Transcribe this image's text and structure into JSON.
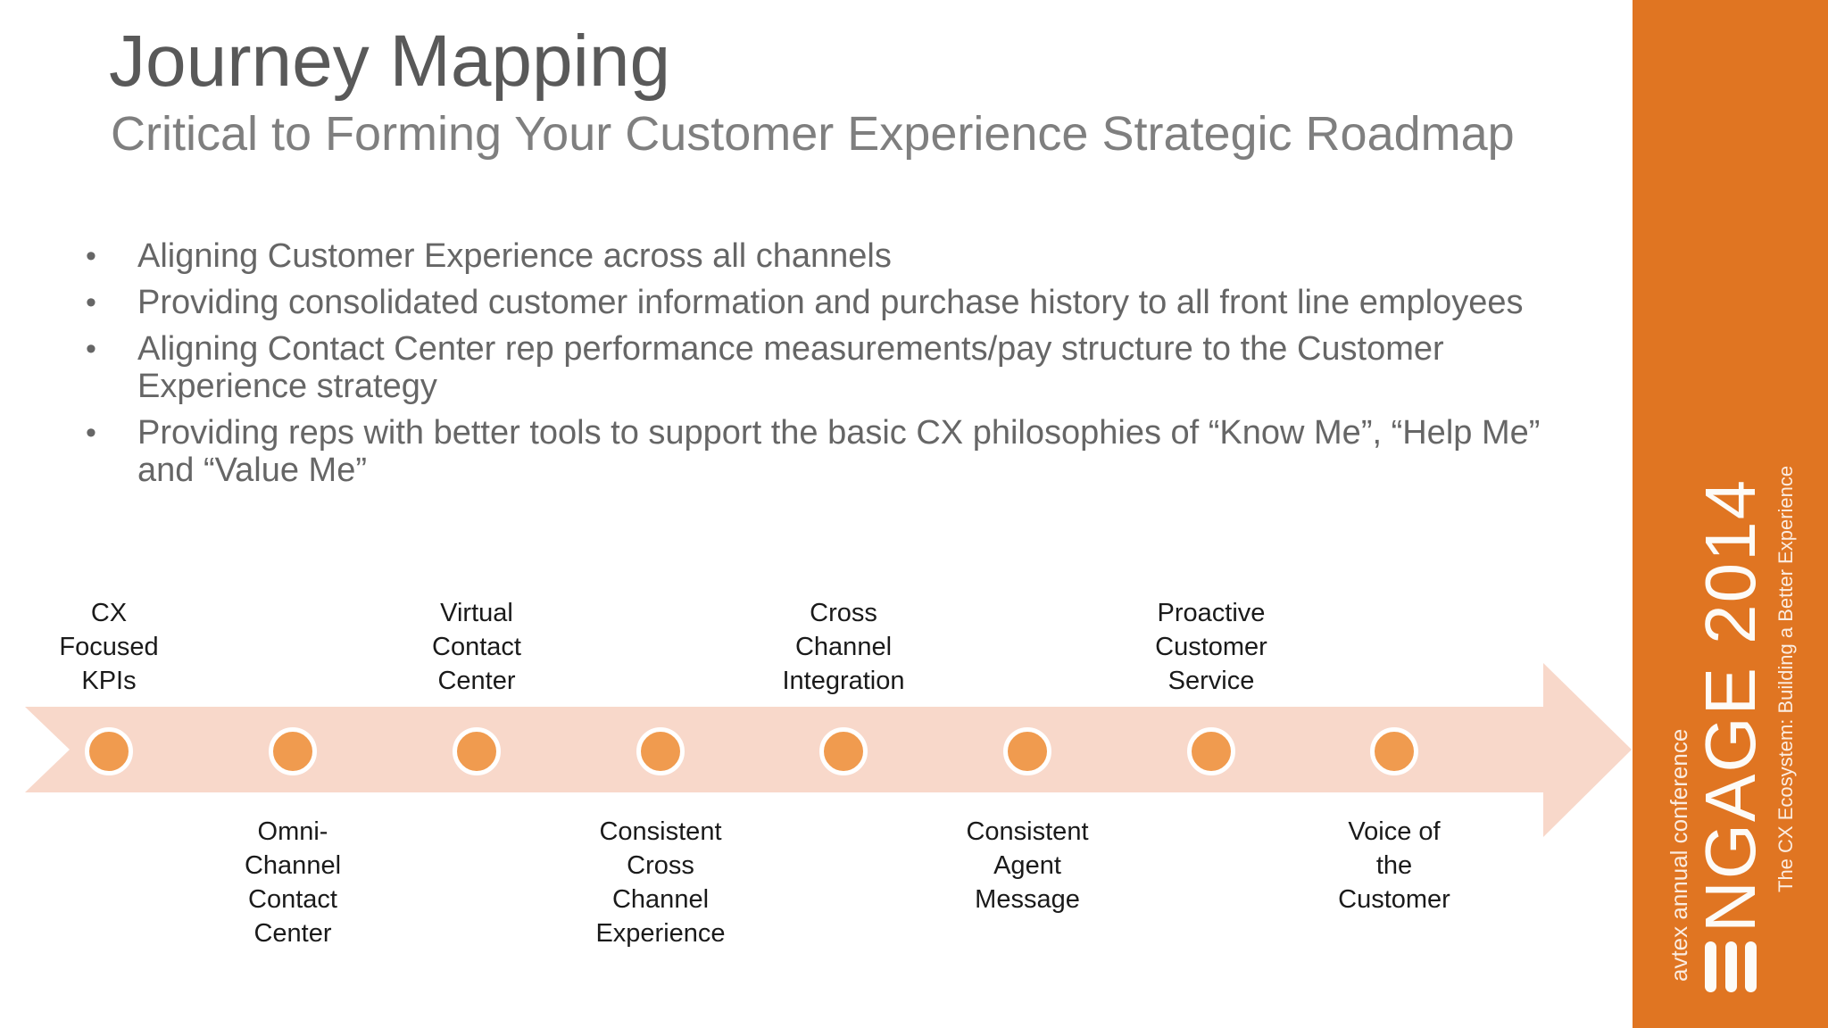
{
  "slide": {
    "title": "Journey Mapping",
    "subtitle": "Critical to Forming Your Customer Experience Strategic Roadmap",
    "bullets": [
      {
        "marker": "•",
        "lines": [
          "Aligning Customer Experience across all channels"
        ]
      },
      {
        "marker": "•",
        "lines": [
          "Providing consolidated customer information and purchase history to all front line employees"
        ]
      },
      {
        "marker": "•",
        "lines": [
          "Aligning Contact Center rep performance measurements/pay structure to the Customer",
          "Experience strategy"
        ]
      },
      {
        "marker": "•",
        "lines": [
          "Providing reps with better tools to support the basic CX philosophies of “Know Me”, “Help Me”",
          "and “Value Me”"
        ]
      }
    ],
    "timeline": {
      "milestones": [
        {
          "position": "above",
          "label_lines": [
            "CX",
            "Focused",
            "KPIs"
          ]
        },
        {
          "position": "below",
          "label_lines": [
            "Omni-",
            "Channel",
            "Contact",
            "Center"
          ]
        },
        {
          "position": "above",
          "label_lines": [
            "Virtual",
            "Contact",
            "Center"
          ]
        },
        {
          "position": "below",
          "label_lines": [
            "Consistent",
            "Cross",
            "Channel",
            "Experience"
          ]
        },
        {
          "position": "above",
          "label_lines": [
            "Cross",
            "Channel",
            "Integration"
          ]
        },
        {
          "position": "below",
          "label_lines": [
            "Consistent",
            "Agent",
            "Message"
          ]
        },
        {
          "position": "above",
          "label_lines": [
            "Proactive",
            "Customer",
            "Service"
          ]
        },
        {
          "position": "below",
          "label_lines": [
            "Voice of",
            "the",
            "Customer"
          ]
        }
      ]
    },
    "sidebar": {
      "logo_icon": "triple-bar-E",
      "brand_main": "NGAGE 2014",
      "left_caption": "avtex annual conference",
      "right_caption": "The CX Ecosystem: Building a Better Experience"
    },
    "colors": {
      "sidebar_orange": "#E07522",
      "band_pink": "#F8D8CA",
      "circle_orange": "#F09B4F",
      "title_gray": "#595959",
      "subtitle_gray": "#7F7F7F",
      "body_gray": "#666666",
      "label_black": "#1A1A1A"
    }
  }
}
